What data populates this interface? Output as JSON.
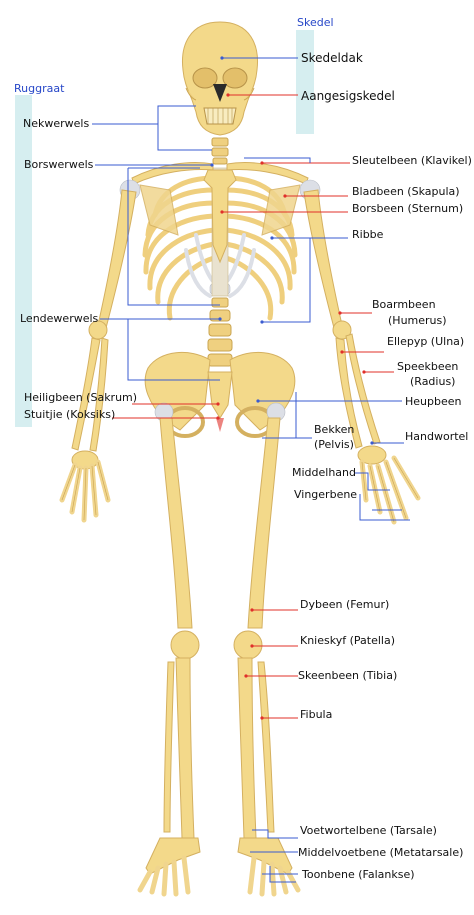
{
  "groups": {
    "skull": "Skedel",
    "spine": "Ruggraat"
  },
  "labels": {
    "cranium": "Skedeldak",
    "face": "Aangesigskedel",
    "cervical": "Nekwerwels",
    "thoracic": "Borswerwels",
    "clavicle": "Sleutelbeen (Klavikel)",
    "scapula": "Bladbeen (Skapula)",
    "sternum": "Borsbeen (Sternum)",
    "ribs": "Ribbe",
    "humerus_1": "Boarmbeen",
    "humerus_2": "(Humerus)",
    "ulna": "Ellepyp (Ulna)",
    "radius_1": "Speekbeen",
    "radius_2": "(Radius)",
    "lumbar": "Lendewerwels",
    "sacrum": "Heiligbeen (Sakrum)",
    "coccyx": "Stuitjie (Koksiks)",
    "hip": "Heupbeen",
    "pelvis_1": "Bekken",
    "pelvis_2": "(Pelvis)",
    "wrist": "Handwortel",
    "metacarpals": "Middelhand",
    "phalanges_hand": "Vingerbene",
    "femur": "Dybeen (Femur)",
    "patella": "Knieskyf (Patella)",
    "tibia": "Skeenbeen (Tibia)",
    "fibula": "Fibula",
    "tarsals": "Voetwortelbene (Tarsale)",
    "metatarsals": "Middelvoetbene (Metatarsale)",
    "phalanges_foot": "Toonbene (Falankse)"
  },
  "colors": {
    "bone": "#f3d98a",
    "bone_shade": "#e8c46e",
    "bone_dark": "#c9a450",
    "cartilage": "#d8dbe2",
    "bracket": "#d6eef0",
    "line_blue": "#3a5bd0",
    "line_red": "#e0302a"
  }
}
